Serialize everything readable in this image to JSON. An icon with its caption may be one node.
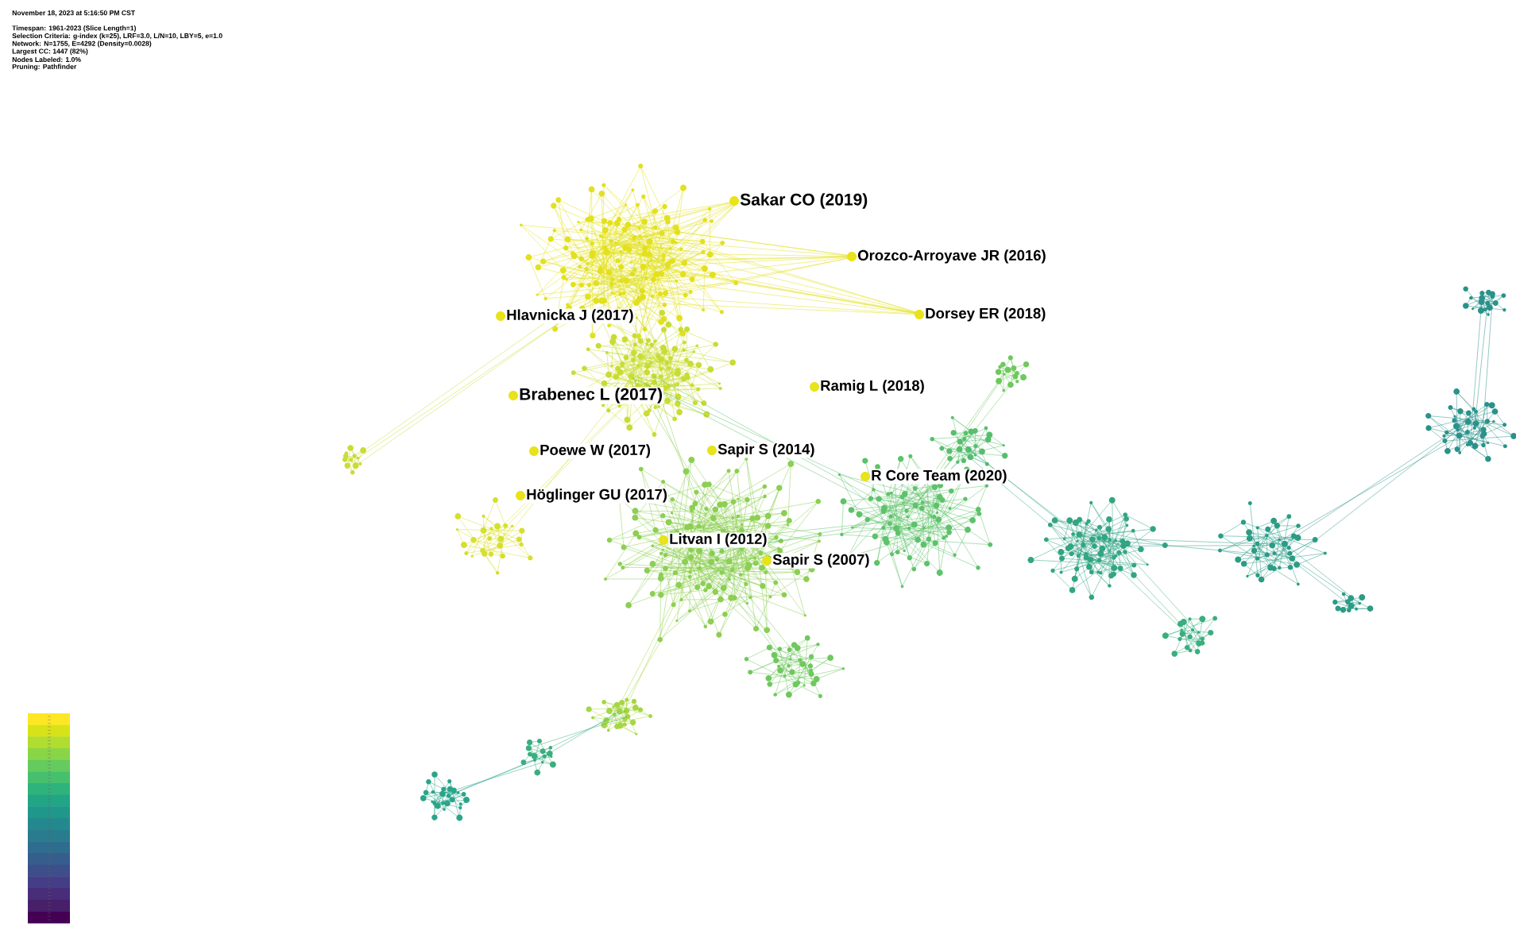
{
  "diagram": {
    "labels": [
      "November 18, 2023 at 5:16:50 PM CST",
      "Timespan: 1961-2023 (Slice Length=1)",
      "Selection Criteria: g-index (k=25), LRF=3.0, L/N=10, LBY=5, e=1.0",
      "Network: N=1755, E=4292 (Density=0.0028)",
      "Largest CC: 1447 (82%)",
      "Nodes Labeled: 1.0%",
      "Pruning: Pathfinder",
      "Sakar CO (2019)",
      "Orozco-Arroyave JR (2016)",
      "Hlavnicka J (2017)",
      "Dorsey ER (2018)",
      "Ramig L (2018)",
      "Brabenec L (2017)",
      "Poewe W (2017)",
      "Sapir S (2014)",
      "R Core Team (2020)",
      "Höglinger GU (2017)",
      "Litvan I (2012)",
      "Sapir S (2007)"
    ]
  }
}
